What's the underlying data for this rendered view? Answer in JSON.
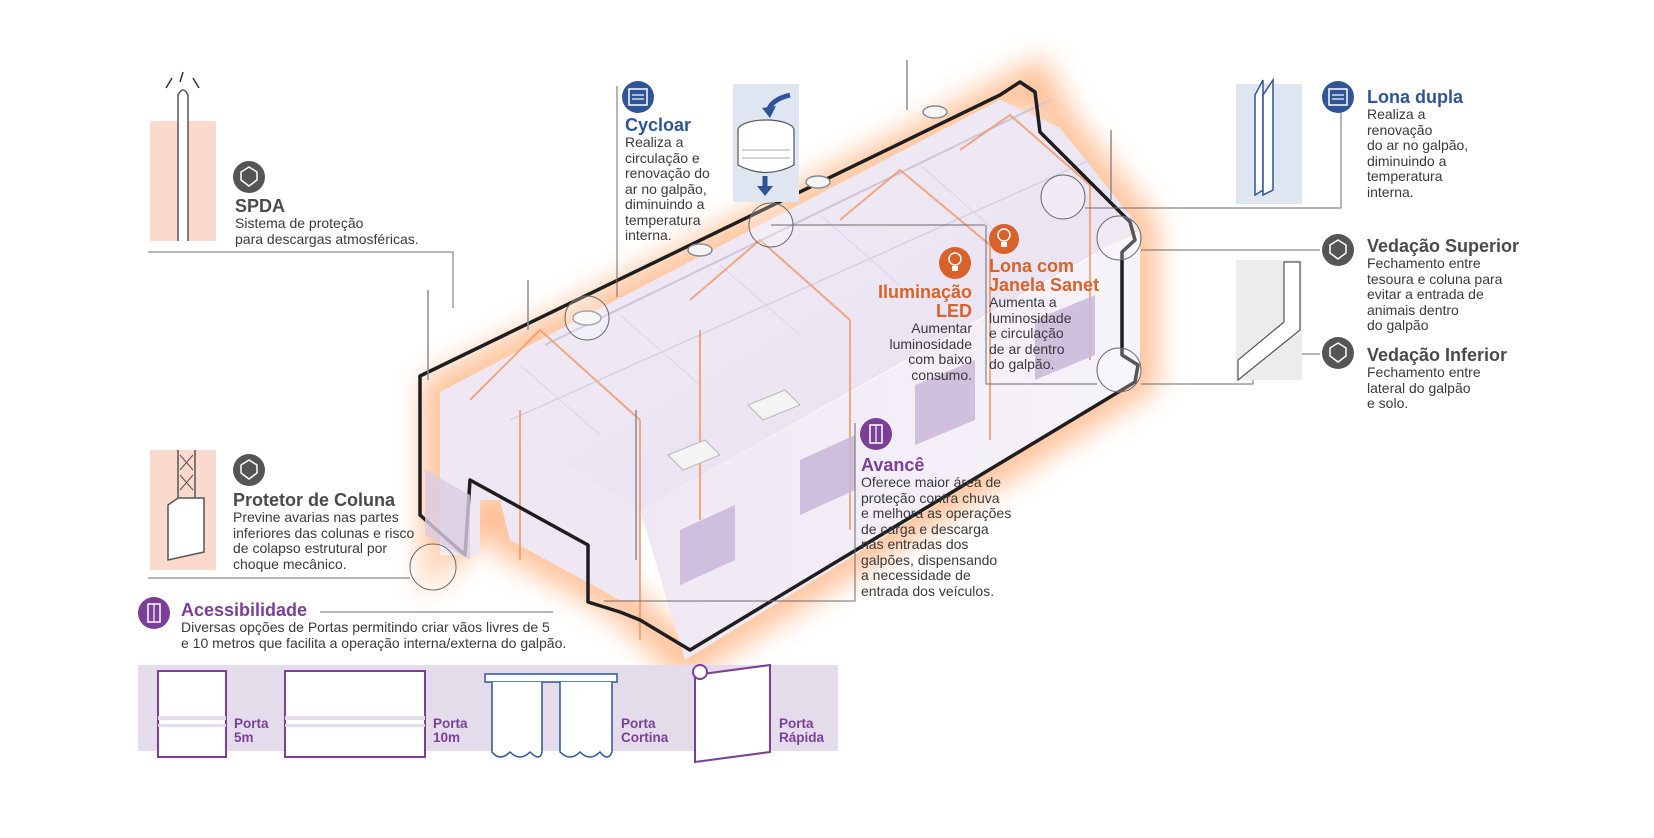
{
  "colors": {
    "gray": "#555555",
    "blue": "#2f5597",
    "orange": "#d9622b",
    "purple": "#7b3f98",
    "glow": "#ff8a3d",
    "peach": "#fbd9cc",
    "lavender": "#e4dcea"
  },
  "spda": {
    "icon": "shield-icon",
    "title": "SPDA",
    "desc": "Sistema de proteção\npara descargas atmosféricas."
  },
  "protetor": {
    "icon": "shield-icon",
    "title": "Protetor de Coluna",
    "desc": "Previne avarias nas partes\ninferiores das colunas e risco\nde colapso estrutural por\nchoque mecânico."
  },
  "acessibilidade": {
    "icon": "door-icon",
    "title": "Acessibilidade",
    "desc": "Diversas opções de Portas permitindo criar vãos livres de 5\ne 10 metros que facilita a operação interna/externa do galpão."
  },
  "cycloar": {
    "icon": "ventilation-icon",
    "title": "Cycloar",
    "desc": "Realiza a\ncirculação e\nrenovação do\nar no galpão,\ndiminuindo a\ntemperatura\ninterna."
  },
  "iluminacao": {
    "icon": "lightbulb-icon",
    "title": "Iluminação\nLED",
    "desc": "Aumentar\nluminosidade\ncom baixo\nconsumo."
  },
  "lona_janela": {
    "icon": "lightbulb-icon",
    "title": "Lona com\nJanela Sanet",
    "desc": "Aumenta a\nluminosidade\ne circulação\nde ar dentro\ndo galpão."
  },
  "avance": {
    "icon": "door-icon",
    "title": "Avancê",
    "desc": "Oferece maior área de\nproteção contra chuva\ne melhora as operações\nde carga e descarga\nnas entradas dos\ngalpões, dispensando\na necessidade de\nentrada dos veículos."
  },
  "lona_dupla": {
    "icon": "ventilation-icon",
    "title": "Lona dupla",
    "desc": "Realiza a\nrenovação\ndo ar no galpão,\ndiminuindo a\ntemperatura\ninterna."
  },
  "vedacao_superior": {
    "icon": "shield-icon",
    "title": "Vedação Superior",
    "desc": "Fechamento entre\ntesoura e coluna para\nevitar a entrada de\nanimais dentro\ndo galpão"
  },
  "vedacao_inferior": {
    "icon": "shield-icon",
    "title": "Vedação Inferior",
    "desc": "Fechamento entre\nlateral do galpão\ne solo."
  },
  "doors": [
    {
      "label": "Porta\n5m"
    },
    {
      "label": "Porta\n10m"
    },
    {
      "label": "Porta\nCortina"
    },
    {
      "label": "Porta\nRápida"
    }
  ]
}
